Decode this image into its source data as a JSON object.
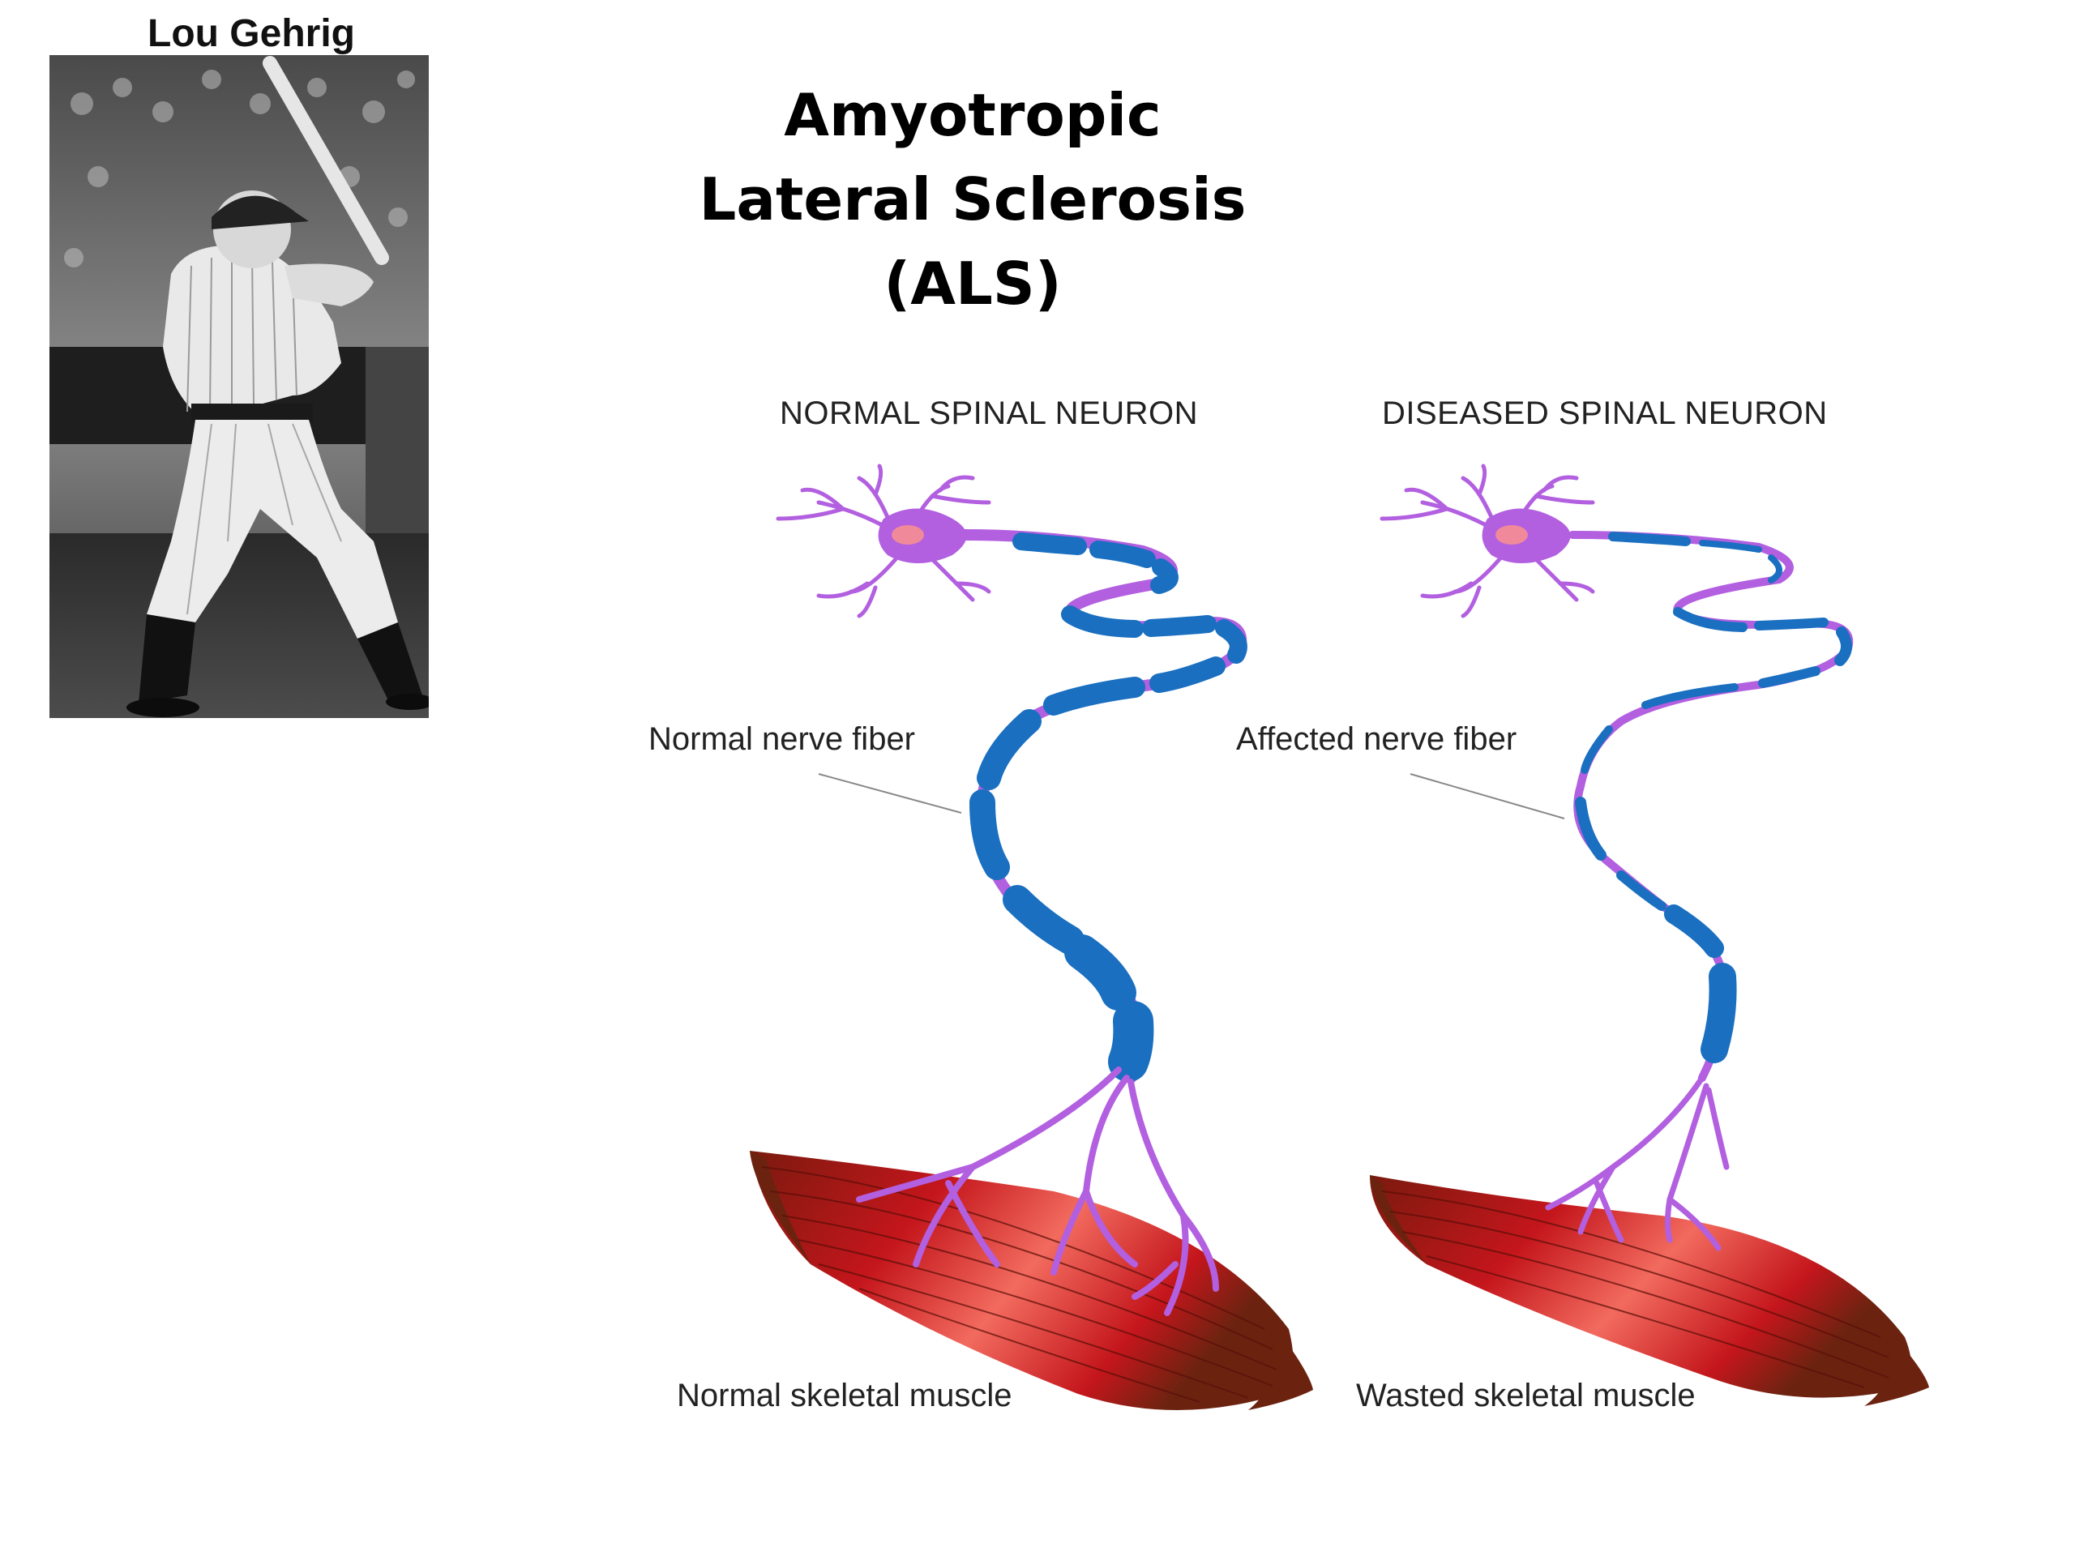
{
  "photo": {
    "caption": "Lou Gehrig"
  },
  "title": {
    "line1": "Amyotropic",
    "line2": "Lateral Sclerosis",
    "line3": "(ALS)"
  },
  "panels": {
    "normal": {
      "heading": "NORMAL SPINAL NEURON",
      "fiber_label": "Normal nerve fiber",
      "muscle_label": "Normal skeletal muscle"
    },
    "diseased": {
      "heading": "DISEASED SPINAL NEURON",
      "fiber_label": "Affected nerve fiber",
      "muscle_label": "Wasted skeletal muscle"
    }
  },
  "colors": {
    "neuron": "#b25fe0",
    "neuron_dark": "#8f3fc4",
    "nucleus": "#f08a9a",
    "myelin": "#1a6fc0",
    "myelin_dark": "#0f4f96",
    "muscle": "#c4161c",
    "muscle_dark": "#6b2310",
    "muscle_highlight": "#f26a5e"
  }
}
